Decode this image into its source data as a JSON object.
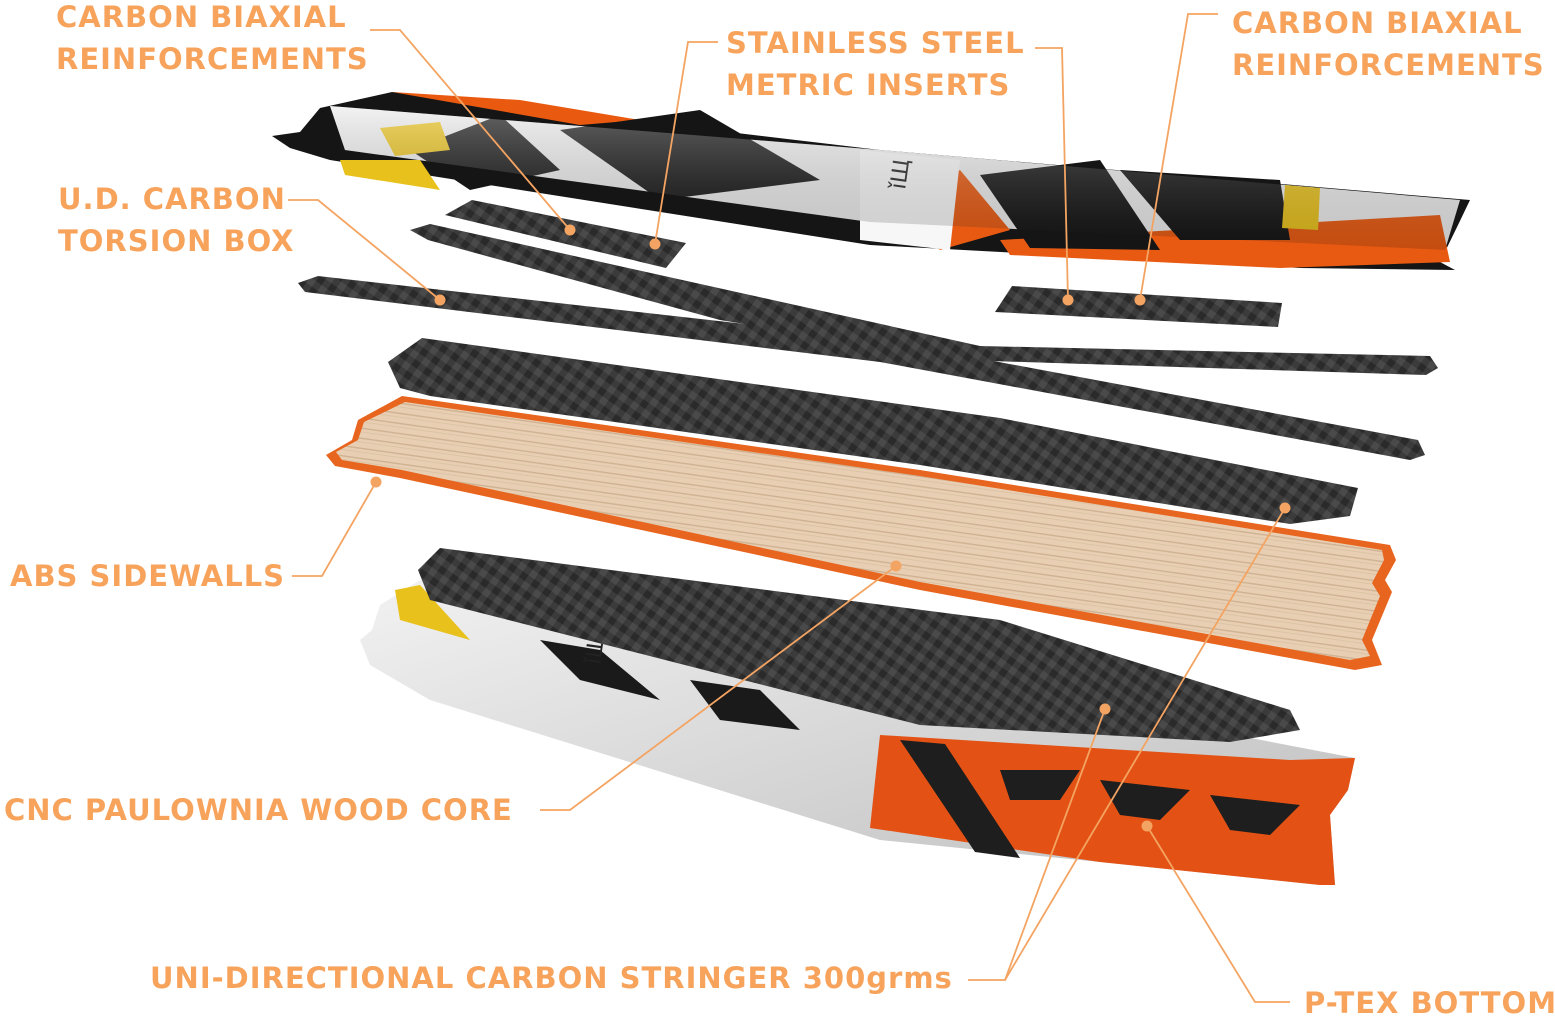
{
  "colors": {
    "label": "#f7a35c",
    "leader": "#f4a462",
    "carbon": "#3a3a3a",
    "wood": "#e7cdb1",
    "abs": "#e8651f",
    "orange": "#ee5a12",
    "yellow": "#e8c11c"
  },
  "labels": {
    "carbon_biaxial_left": [
      "CARBON BIAXIAL",
      "REINFORCEMENTS"
    ],
    "stainless_steel": [
      "STAINLESS STEEL",
      "METRIC INSERTS"
    ],
    "carbon_biaxial_right": [
      "CARBON BIAXIAL",
      "REINFORCEMENTS"
    ],
    "ud_carbon": [
      "U.D. CARBON",
      "TORSION BOX"
    ],
    "abs_sidewalls": "ABS SIDEWALLS",
    "cnc_core": "CNC PAULOWNIA WOOD CORE",
    "uni_stringer": "UNI-DIRECTIONAL CARBON STRINGER 300grms",
    "ptex_bottom": "P-TEX BOTTOM"
  },
  "board_text": {
    "top_logo": "ǐЩ",
    "bottom_logo": "ǐЩ"
  }
}
